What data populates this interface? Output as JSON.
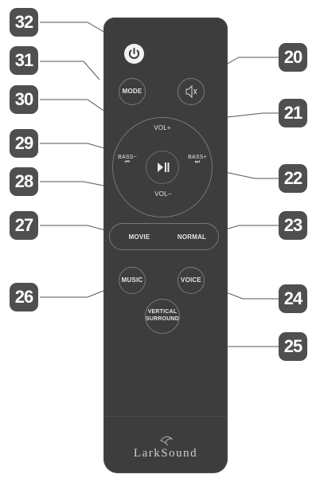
{
  "callouts": {
    "c32": "32",
    "c31": "31",
    "c30": "30",
    "c29": "29",
    "c28": "28",
    "c27": "27",
    "c26": "26",
    "c20": "20",
    "c21": "21",
    "c22": "22",
    "c23": "23",
    "c24": "24",
    "c25": "25"
  },
  "remote": {
    "power_icon": "power-icon",
    "mode_label": "MODE",
    "mute_icon": "mute-icon",
    "vol_up_label": "VOL+",
    "vol_down_label": "VOL−",
    "bass_minus_label": "BASS−",
    "bass_plus_label": "BASS+",
    "prev_glyph": "⏮",
    "next_glyph": "⏭",
    "play_pause_glyph": "▶❙❙",
    "movie_label": "MOVIE",
    "normal_label": "NORMAL",
    "music_label": "MUSIC",
    "voice_label": "VOICE",
    "vertical_label": "VERTICAL",
    "surround_label": "SURROUND",
    "brand": "LarkSound"
  },
  "colors": {
    "body": "#3d3d3d",
    "callout_bg": "#4f4f4f",
    "power_button": "#f2f2f2",
    "line": "#555555"
  }
}
